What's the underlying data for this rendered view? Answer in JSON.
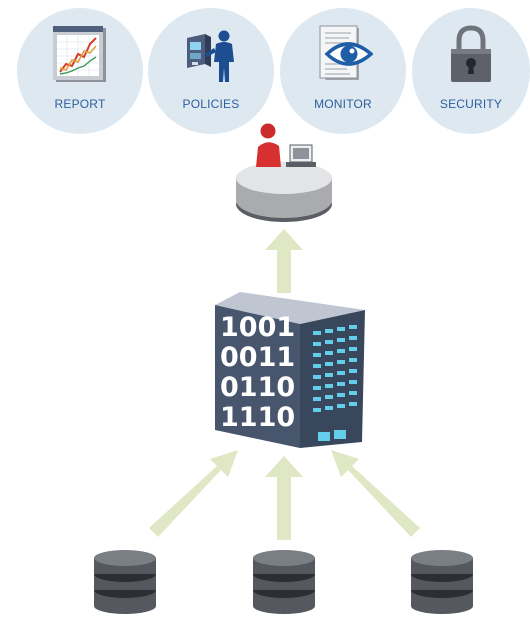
{
  "tiles": [
    {
      "label": "REPORT",
      "icon": "report-chart-icon"
    },
    {
      "label": "POLICIES",
      "icon": "policies-person-icon"
    },
    {
      "label": "MONITOR",
      "icon": "monitor-eye-icon"
    },
    {
      "label": "SECURITY",
      "icon": "security-padlock-icon"
    }
  ],
  "building": {
    "rows": [
      "1001",
      "0011",
      "0110",
      "1110"
    ]
  },
  "colors": {
    "circle_bg": "#dde8f0",
    "label_blue": "#2e5f9e",
    "arrow": "#dfe7c4",
    "building_face": "#48566d",
    "building_side": "#39475c",
    "window": "#63cdea"
  }
}
